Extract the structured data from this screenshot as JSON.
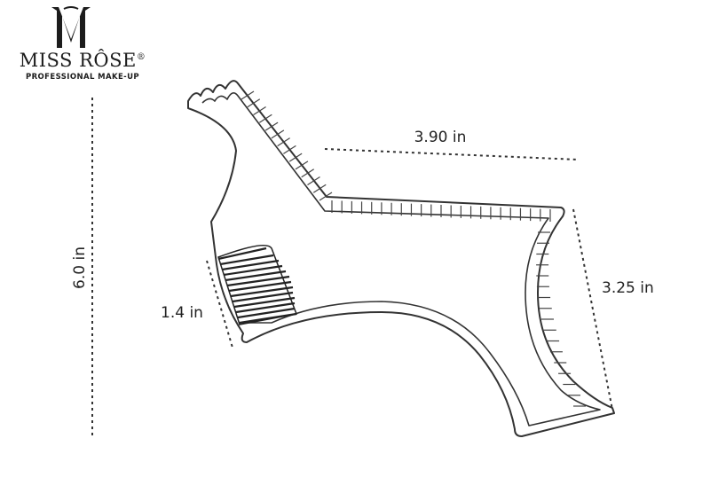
{
  "brand": {
    "name": "MISS RÔSE",
    "registered_mark": "®",
    "tagline": "PROFESSIONAL MAKE-UP"
  },
  "dimensions": {
    "height": "6.0 in",
    "top_width": "3.90 in",
    "jaw_width": "3.25 in",
    "comb_width": "1.4 in"
  },
  "colors": {
    "outline": "#333333",
    "dim_line": "#333333",
    "text": "#222222"
  }
}
